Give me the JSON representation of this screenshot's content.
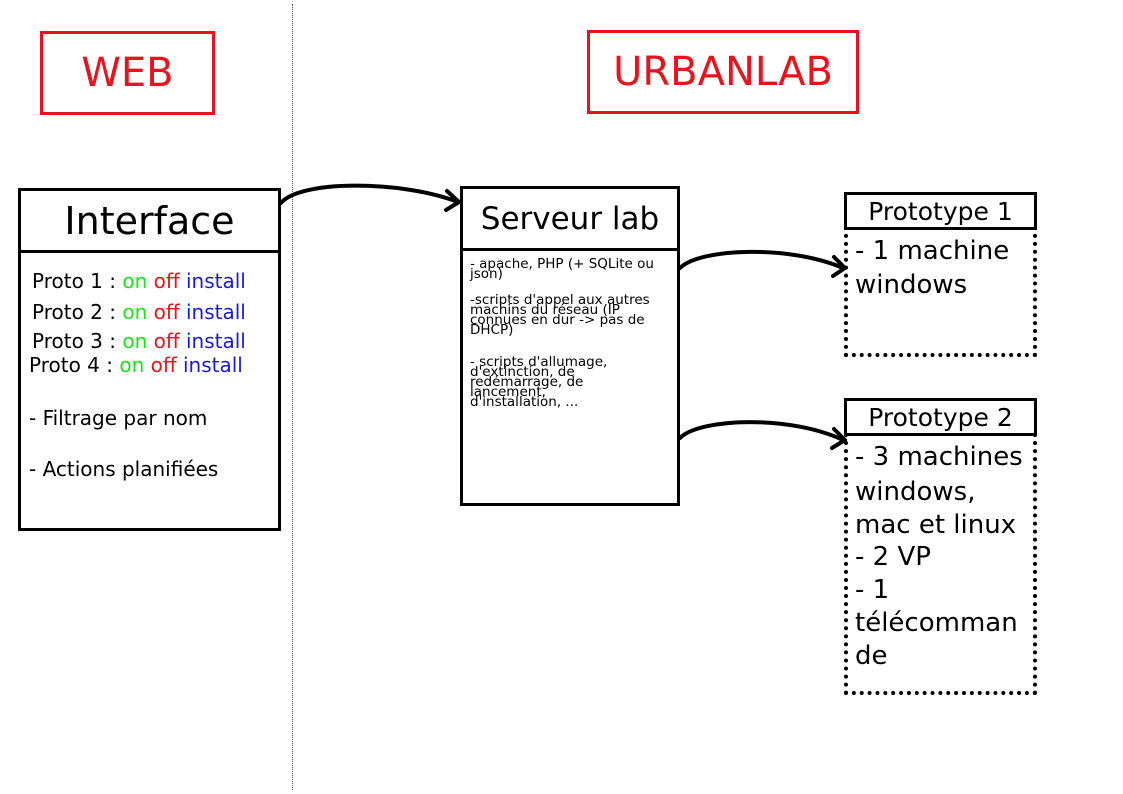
{
  "zones": {
    "web": "WEB",
    "urbanlab": "URBANLAB"
  },
  "interface": {
    "title": "Interface",
    "protos": [
      {
        "label": "Proto 1 :",
        "on": "on",
        "off": "off",
        "install": "install"
      },
      {
        "label": "Proto 2 :",
        "on": "on",
        "off": "off",
        "install": "install"
      },
      {
        "label": "Proto 3 :",
        "on": "on",
        "off": "off",
        "install": "install"
      },
      {
        "label": "Proto 4 :",
        "on": "on",
        "off": "off",
        "install": "install"
      }
    ],
    "features": [
      "- Filtrage par nom",
      "- Actions planifiées"
    ]
  },
  "server": {
    "title": "Serveur lab",
    "items": [
      [
        "- apache, PHP (+ SQLite ou",
        "json)"
      ],
      [
        "-scripts d'appel aux autres",
        "machins du réseau (IP",
        "connues en dur -> pas de",
        "DHCP)"
      ],
      [
        "- scripts d'allumage,",
        "d'extinction, de",
        "redémarrage, de",
        "lancement,",
        "d'installation, ..."
      ]
    ]
  },
  "prototypes": [
    {
      "title": "Prototype 1",
      "lines": [
        "- 1 machine",
        "windows"
      ]
    },
    {
      "title": "Prototype 2",
      "lines": [
        "- 3 machines",
        "windows,",
        "mac et linux",
        "- 2 VP",
        "- 1",
        "télécomman",
        "de"
      ]
    }
  ],
  "colors": {
    "zone": "#e8141b",
    "on": "#19e619",
    "off": "#e8141b",
    "install": "#1a1ad8"
  }
}
